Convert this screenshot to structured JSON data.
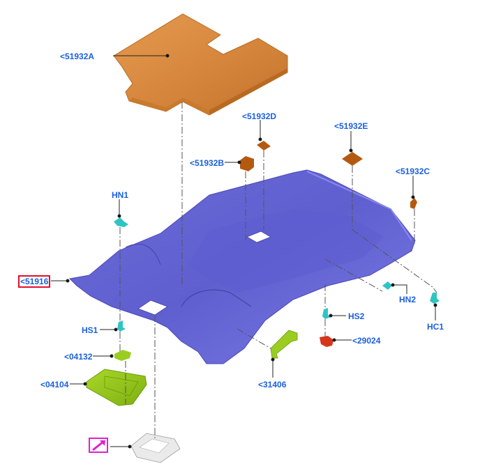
{
  "diagram": {
    "title": "Headliner assembly exploded view",
    "colors": {
      "label_text": "#1a5fe0",
      "headliner": "#6666d6",
      "pad": "#d98a3c",
      "small_pad": "#b35a10",
      "clip": "#2ec4c4",
      "visor": "#9acd1f",
      "grab_handle": "#9acd1f",
      "hook": "#d8351a",
      "dome_lamp": "#e6e6e6",
      "selection_box": "#e0102a",
      "link_box": "#e020d0"
    },
    "labels": {
      "pad_main": "<51932A",
      "pad_d": "<51932D",
      "pad_b": "<51932B",
      "pad_e": "<51932E",
      "pad_c": "<51932C",
      "headliner": "<51916",
      "hn1": "HN1",
      "hn2": "HN2",
      "hs1": "HS1",
      "hs2": "HS2",
      "hc1": "HC1",
      "visor_clip": "<04132",
      "sun_visor": "<04104",
      "grab_handle": "<31406",
      "coat_hook": "<29024"
    },
    "link_icon": "arrow-up-right-icon"
  }
}
